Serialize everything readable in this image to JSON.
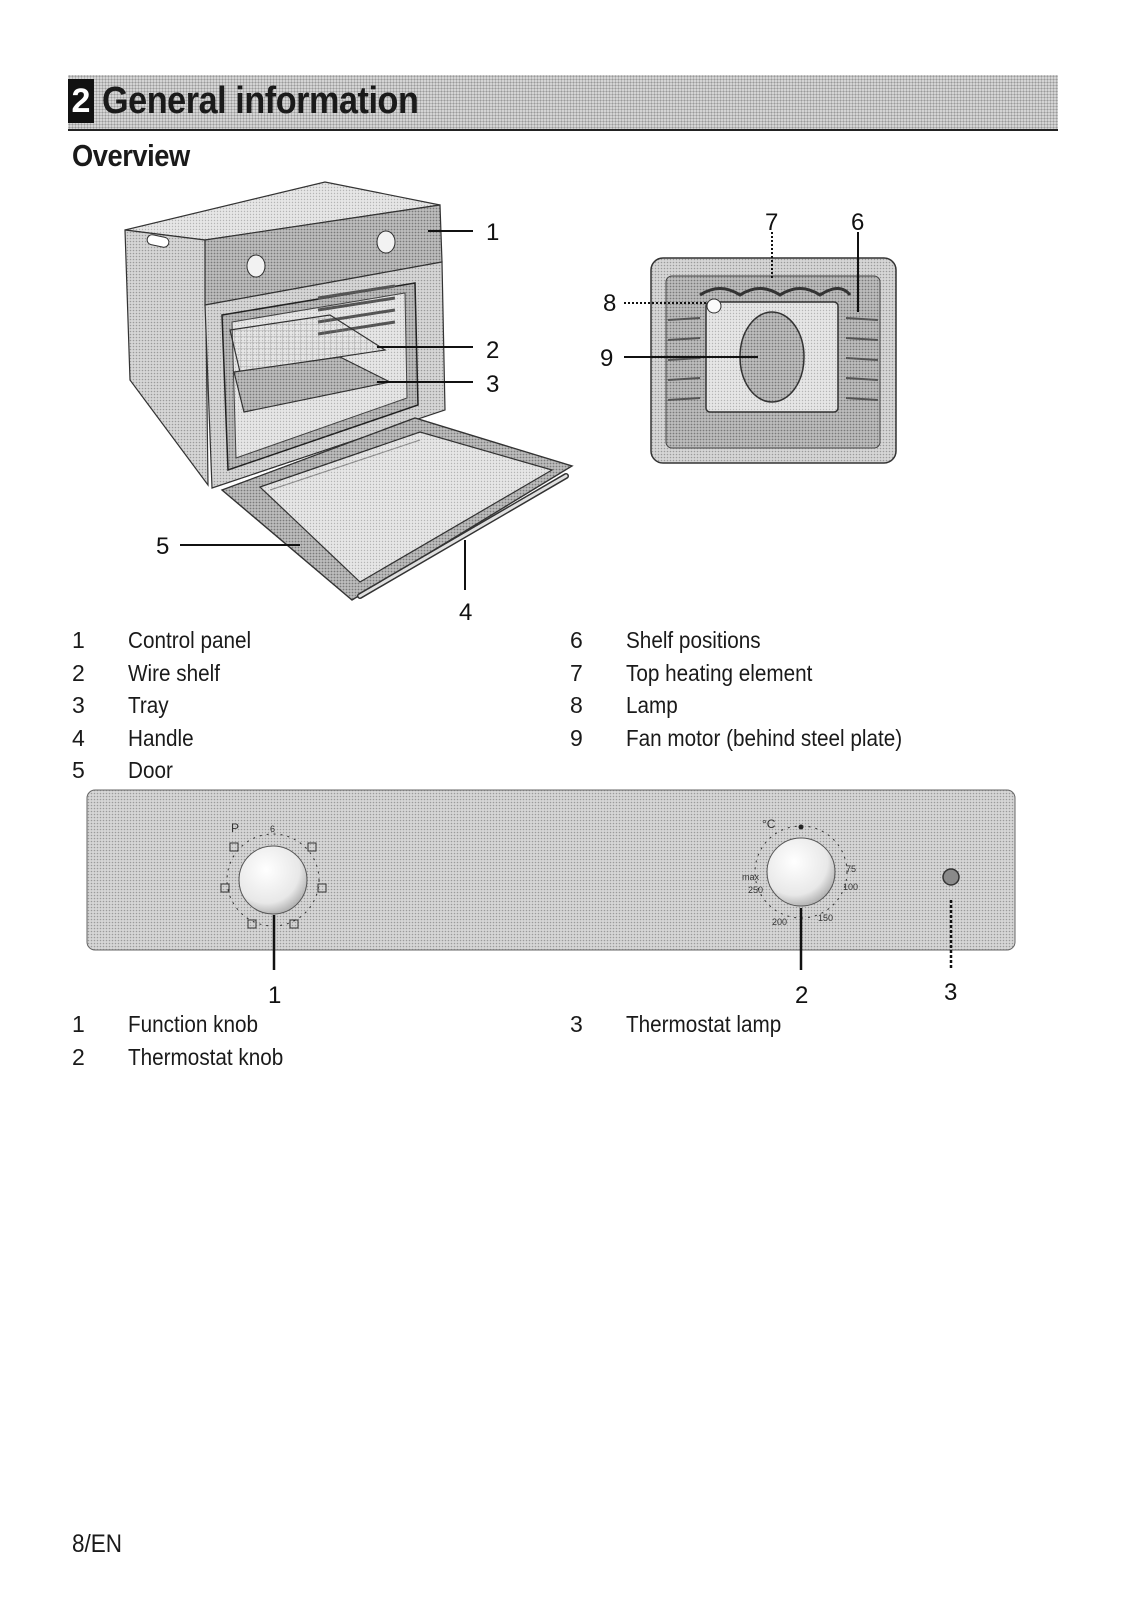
{
  "section": {
    "number": "2",
    "title": "General information"
  },
  "subtitle": "Overview",
  "oven_figure": {
    "callouts": [
      "1",
      "2",
      "3",
      "4",
      "5"
    ]
  },
  "interior_figure": {
    "callouts": [
      "7",
      "6",
      "8",
      "9"
    ]
  },
  "legend_oven": {
    "left": [
      {
        "num": "1",
        "label": "Control panel"
      },
      {
        "num": "2",
        "label": "Wire shelf"
      },
      {
        "num": "3",
        "label": "Tray"
      },
      {
        "num": "4",
        "label": "Handle"
      },
      {
        "num": "5",
        "label": "Door"
      }
    ],
    "right": [
      {
        "num": "6",
        "label": "Shelf positions"
      },
      {
        "num": "7",
        "label": "Top heating element"
      },
      {
        "num": "8",
        "label": "Lamp"
      },
      {
        "num": "9",
        "label": "Fan motor (behind steel plate)"
      }
    ]
  },
  "control_panel": {
    "function_knob_marks": [
      "P",
      "6"
    ],
    "thermostat_marks": [
      "°C",
      "max",
      "250",
      "75",
      "100",
      "200",
      "150"
    ],
    "callouts": [
      "1",
      "2",
      "3"
    ]
  },
  "legend_panel": {
    "left": [
      {
        "num": "1",
        "label": "Function knob"
      },
      {
        "num": "2",
        "label": "Thermostat knob"
      }
    ],
    "right": [
      {
        "num": "3",
        "label": "Thermostat lamp"
      }
    ]
  },
  "footer": "8/EN"
}
